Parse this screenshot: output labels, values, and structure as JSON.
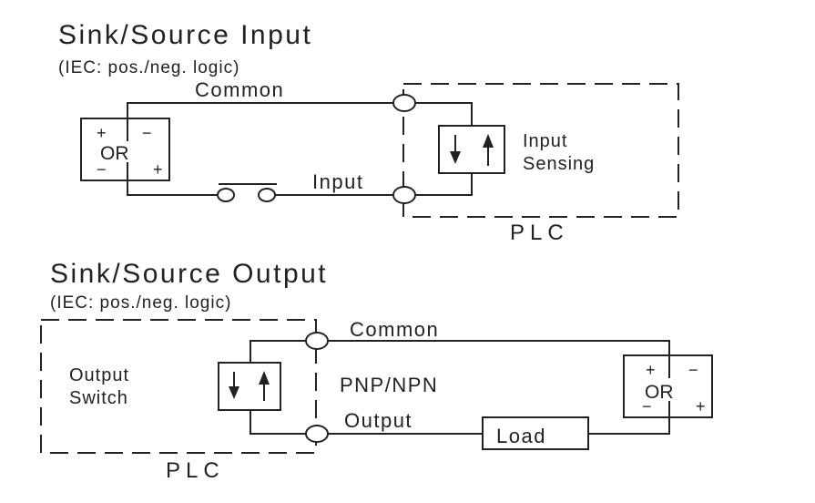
{
  "input_section": {
    "title": "Sink/Source Input",
    "subtitle": "(IEC: pos./neg. logic)",
    "common_label": "Common",
    "input_label": "Input",
    "sensor_label": "OR",
    "sensor_plus_top": "+",
    "sensor_minus_top": "−",
    "sensor_minus_bottom": "−",
    "sensor_plus_bottom": "+",
    "sensing_line1": "Input",
    "sensing_line2": "Sensing",
    "plc_label": "PLC"
  },
  "output_section": {
    "title": "Sink/Source Output",
    "subtitle": "(IEC: pos./neg. logic)",
    "common_label": "Common",
    "output_label": "Output",
    "type_label": "PNP/NPN",
    "switch_line1": "Output",
    "switch_line2": "Switch",
    "load_label": "Load",
    "supply_label": "OR",
    "supply_plus_top": "+",
    "supply_minus_top": "−",
    "supply_minus_bottom": "−",
    "supply_plus_bottom": "+",
    "plc_label": "PLC"
  }
}
